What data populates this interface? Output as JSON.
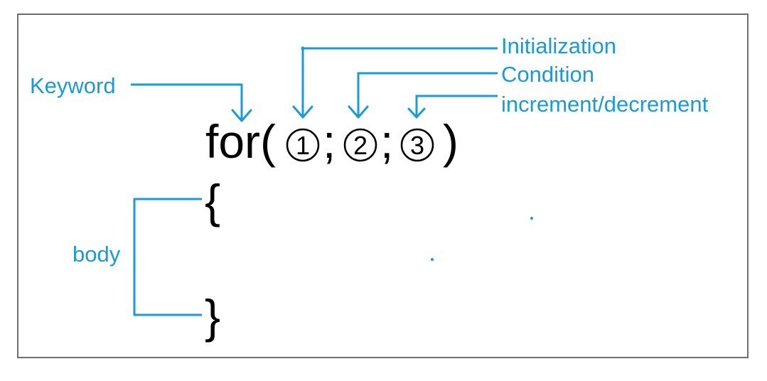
{
  "labels": {
    "keyword": "Keyword",
    "initialization": "Initialization",
    "condition": "Condition",
    "increment": "increment/decrement",
    "body": "body"
  },
  "code": {
    "for_text": "for(",
    "semicolon_1": ";",
    "semicolon_2": ";",
    "close_paren": ")",
    "open_brace": "{",
    "close_brace": "}",
    "circle_1": "1",
    "circle_2": "2",
    "circle_3": "3"
  },
  "colors": {
    "accent": "#1a9bd7",
    "text": "#000000",
    "border": "#6e6e6e"
  }
}
